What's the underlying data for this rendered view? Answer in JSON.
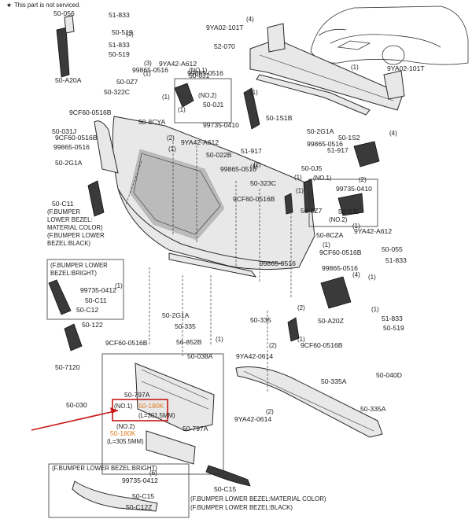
{
  "legend": {
    "star_symbol": "★",
    "text": "This part is not serviced."
  },
  "labels": [
    "50-056",
    "51-833",
    "50-519",
    "51-833",
    "50-519",
    "50-A20A",
    "9YA02-101T",
    "52-070",
    "9YA02-101T",
    "99865-0516",
    "9YA42-A612",
    "50-0J1",
    "50-0Z7",
    "50-322C",
    "9CF60-0516B",
    "50-0J1",
    "50-8CYA",
    "99735-0410",
    "99865-0516",
    "50-1S1B",
    "50-031J",
    "9CF60-0516B",
    "9YA42-A612",
    "99865-0516",
    "50-2G1A",
    "50-022B",
    "51-917",
    "50-2G1A",
    "50-1S2",
    "99865-0516",
    "51-917",
    "99865-0516",
    "50-323C",
    "9CF60-0516B",
    "50-0J5",
    "99735-0410",
    "50-0J5",
    "50-C11",
    "50-0Z7",
    "9YA42-A612",
    "50-8CZA",
    "50-055",
    "9CF60-0516B",
    "51-833",
    "99865-0516",
    "99865-0516",
    "99735-0412",
    "50-C11",
    "50-C12",
    "50-122",
    "50-2G1A",
    "50-335",
    "50-335",
    "50-A20Z",
    "51-833",
    "50-519",
    "9CF60-0516B",
    "56-852B",
    "9CF60-0516B",
    "50-7120",
    "50-038A",
    "9YA42-0614",
    "50-797A",
    "50-030",
    "50-797A",
    "50-335A",
    "50-040D",
    "50-335A",
    "9YA42-0614",
    "99735-0412",
    "50-C15",
    "50-C12Z",
    "50-C15"
  ],
  "notes": {
    "no1": "(NO.1)",
    "no2": "(NO.2)",
    "bumper_material": "(F.BUMPER LOWER BEZEL:MATERIAL COLOR)",
    "bumper_black": "(F.BUMPER LOWER BEZEL:BLACK)",
    "bumper_bright": "(F.BUMPER LOWER BEZEL:BRIGHT)",
    "c11_note": [
      "(F.BUMPER",
      "LOWER BEZEL:",
      "MATERIAL COLOR)",
      "(F.BUMPER LOWER",
      "BEZEL:BLACK)"
    ],
    "bright_box": [
      "(F.BUMPER LOWER",
      "BEZEL:BRIGHT)"
    ],
    "highlight_part": "50-180K",
    "no1_length": "(L=301.5MM)",
    "no2_length": "(L=305.5MM)"
  },
  "quantities": [
    "(4)",
    "(1)",
    "(3)",
    "(1)",
    "(1)",
    "(1)",
    "(1)",
    "(2)",
    "(4)",
    "(1)",
    "(2)",
    "(4)",
    "(1)",
    "(1)",
    "(2)",
    "(1)",
    "(1)",
    "(4)",
    "(1)",
    "(2)",
    "(1)",
    "(1)",
    "(2)",
    "(1)",
    "(1)",
    "(2)",
    "(6)",
    "(1)"
  ],
  "colors": {
    "highlight_box": "#c81818",
    "highlight_text": "#e07a1f",
    "arrow": "#c81818"
  }
}
